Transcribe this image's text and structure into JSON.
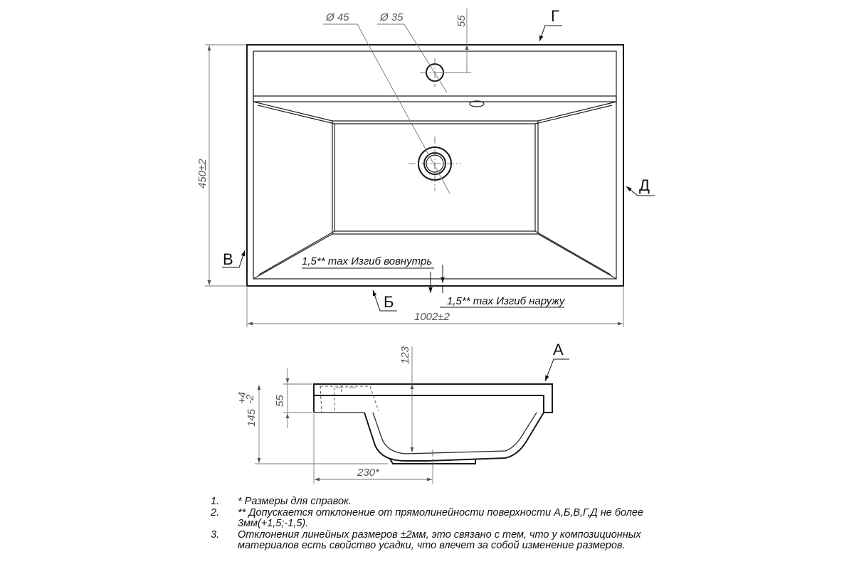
{
  "labels": {
    "a": "А",
    "b": "Б",
    "v": "В",
    "g": "Г",
    "d": "Д"
  },
  "dimensions": {
    "diameter_45": "Ø 45",
    "diameter_35": "Ø 35",
    "top_55": "55",
    "height": "450±2",
    "width": "1002±2",
    "depth_123": "123",
    "side_55": "55",
    "total_height_base": "145",
    "total_height_upper": "+4",
    "total_height_lower": "-2",
    "offset_230": "230*"
  },
  "annotations": {
    "bend_in": "1,5** max Изгиб вовнутрь",
    "bend_out": "1,5** max Изгиб наружу"
  },
  "notes": [
    {
      "num": "1.",
      "text": "*  Размеры для справок."
    },
    {
      "num": "2.",
      "text": "**  Допускается отклонение от прямолинейности поверхности А,Б,В,Г,Д не более 3мм(+1,5;-1,5)."
    },
    {
      "num": "3.",
      "text": "Отклонения линейных размеров ±2мм, это связано с тем, что у композиционных материалов есть свойство усадки, что влечет за собой изменение размеров."
    }
  ]
}
